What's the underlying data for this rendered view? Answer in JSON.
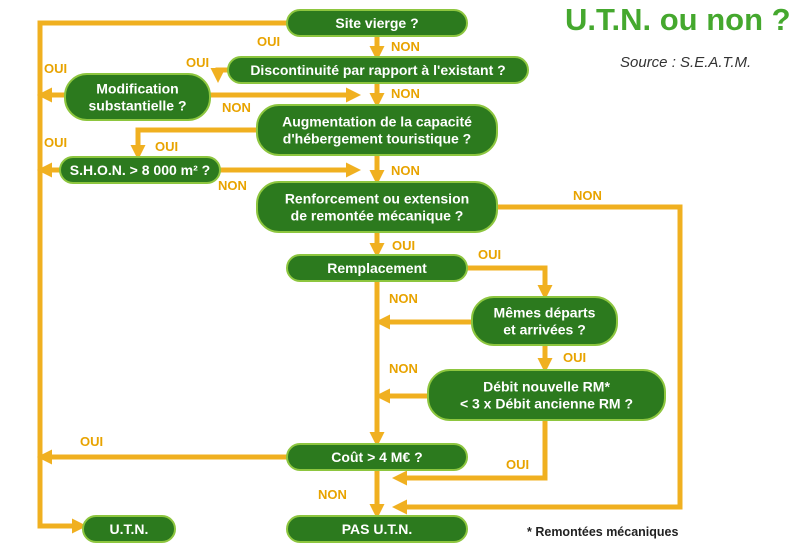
{
  "title": "U.T.N. ou non ?",
  "source": "Source : S.E.A.T.M.",
  "footnote": "* Remontées mécaniques",
  "colors": {
    "node_fill": "#2c7a1e",
    "node_stroke": "#8dc63f",
    "arrow": "#f0b020",
    "label": "#e8a300",
    "title": "#45a82e"
  },
  "nodes": {
    "site_vierge": [
      "Site vierge ?"
    ],
    "discontinuite": [
      "Discontinuité par rapport à l'existant ?"
    ],
    "modification": [
      "Modification",
      "substantielle ?"
    ],
    "augmentation": [
      "Augmentation de la capacité",
      "d'hébergement touristique ?"
    ],
    "shon": [
      "S.H.O.N. > 8 000 m² ?"
    ],
    "renforcement": [
      "Renforcement ou extension",
      "de remontée mécanique ?"
    ],
    "remplacement": [
      "Remplacement"
    ],
    "memes_departs": [
      "Mêmes départs",
      "et arrivées ?"
    ],
    "debit": [
      "Débit nouvelle RM*",
      "< 3 x Débit ancienne RM ?"
    ],
    "cout": [
      "Coût > 4 M€ ?"
    ],
    "utn": [
      "U.T.N."
    ],
    "pas_utn": [
      "PAS U.T.N."
    ]
  },
  "edge_labels": {
    "oui": "OUI",
    "non": "NON"
  }
}
